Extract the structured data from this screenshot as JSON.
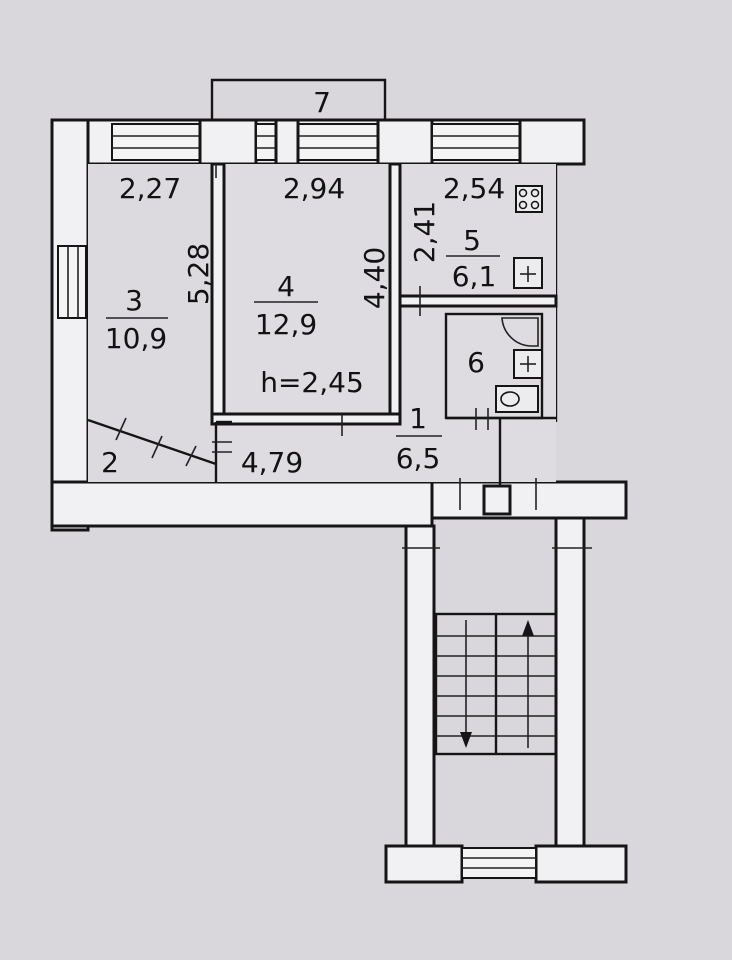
{
  "rooms": {
    "room1": {
      "number": "1",
      "area": "6,5"
    },
    "room2": {
      "number": "2"
    },
    "room3": {
      "number": "3",
      "area": "10,9"
    },
    "room4": {
      "number": "4",
      "area": "12,9"
    },
    "room5": {
      "number": "5",
      "area": "6,1"
    },
    "room6": {
      "number": "6"
    },
    "room7": {
      "number": "7"
    }
  },
  "dimensions": {
    "d1": "2,27",
    "d2": "2,94",
    "d3": "2,54",
    "d4": "5,28",
    "d5": "4,40",
    "d6": "2,41",
    "d7": "4,79"
  },
  "ceiling_height": "h=2,45"
}
